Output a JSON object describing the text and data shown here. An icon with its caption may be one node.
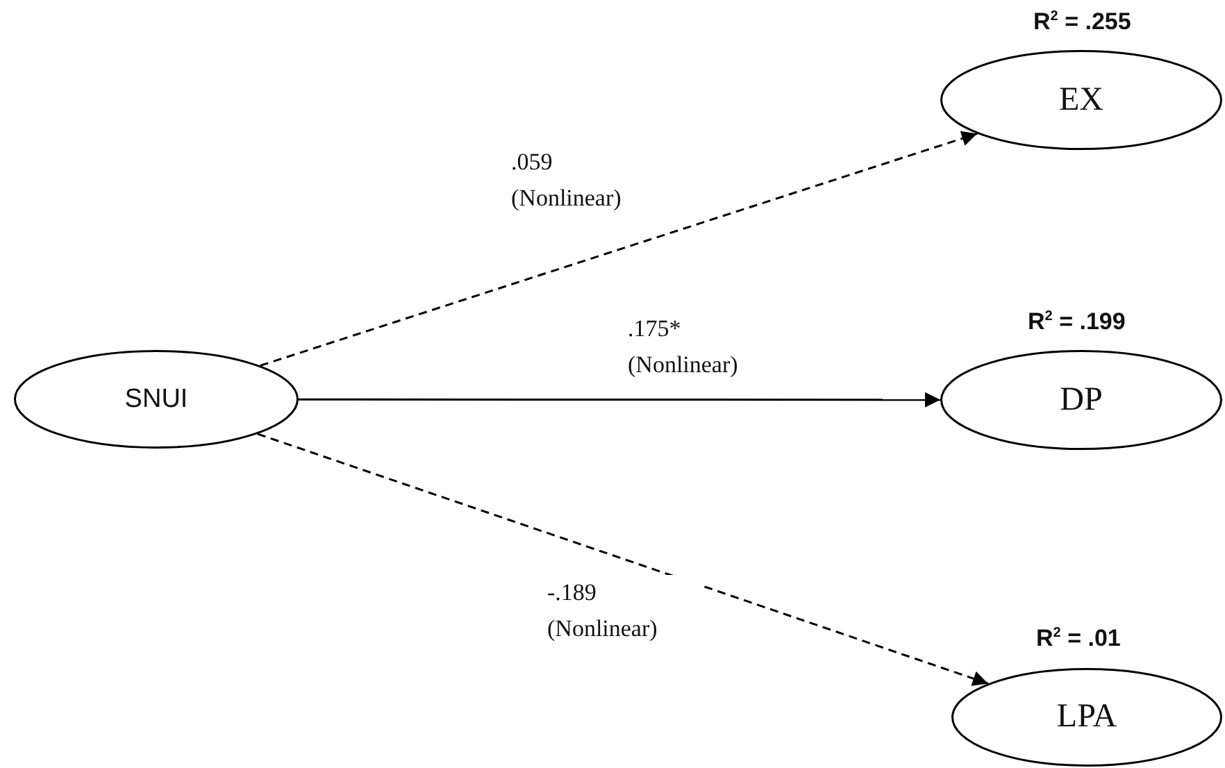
{
  "diagram": {
    "nodes": [
      {
        "text": [
          "SNUI"
        ]
      },
      {
        "text": [
          "EX"
        ],
        "beside": [
          "R$^{2}$ = .255"
        ]
      },
      {
        "text": [
          "DP"
        ],
        "beside": [
          "R$^{2}$ = .199"
        ]
      },
      {
        "text": [
          "LPA"
        ],
        "beside": [
          "R$^{2}$ = .01"
        ]
      }
    ],
    "edges": [
      {
        "from": 0,
        "to": 1,
        "arrow": "to",
        "label": ".059 (Nonlinear)",
        "style": "dashed"
      },
      {
        "from": 0,
        "to": 2,
        "arrow": "to",
        "label": ".175* (Nonlinear)"
      },
      {
        "from": 0,
        "to": 3,
        "arrow": "to",
        "label": "-.189 (Nonlinear)",
        "style": "dashed"
      }
    ]
  }
}
